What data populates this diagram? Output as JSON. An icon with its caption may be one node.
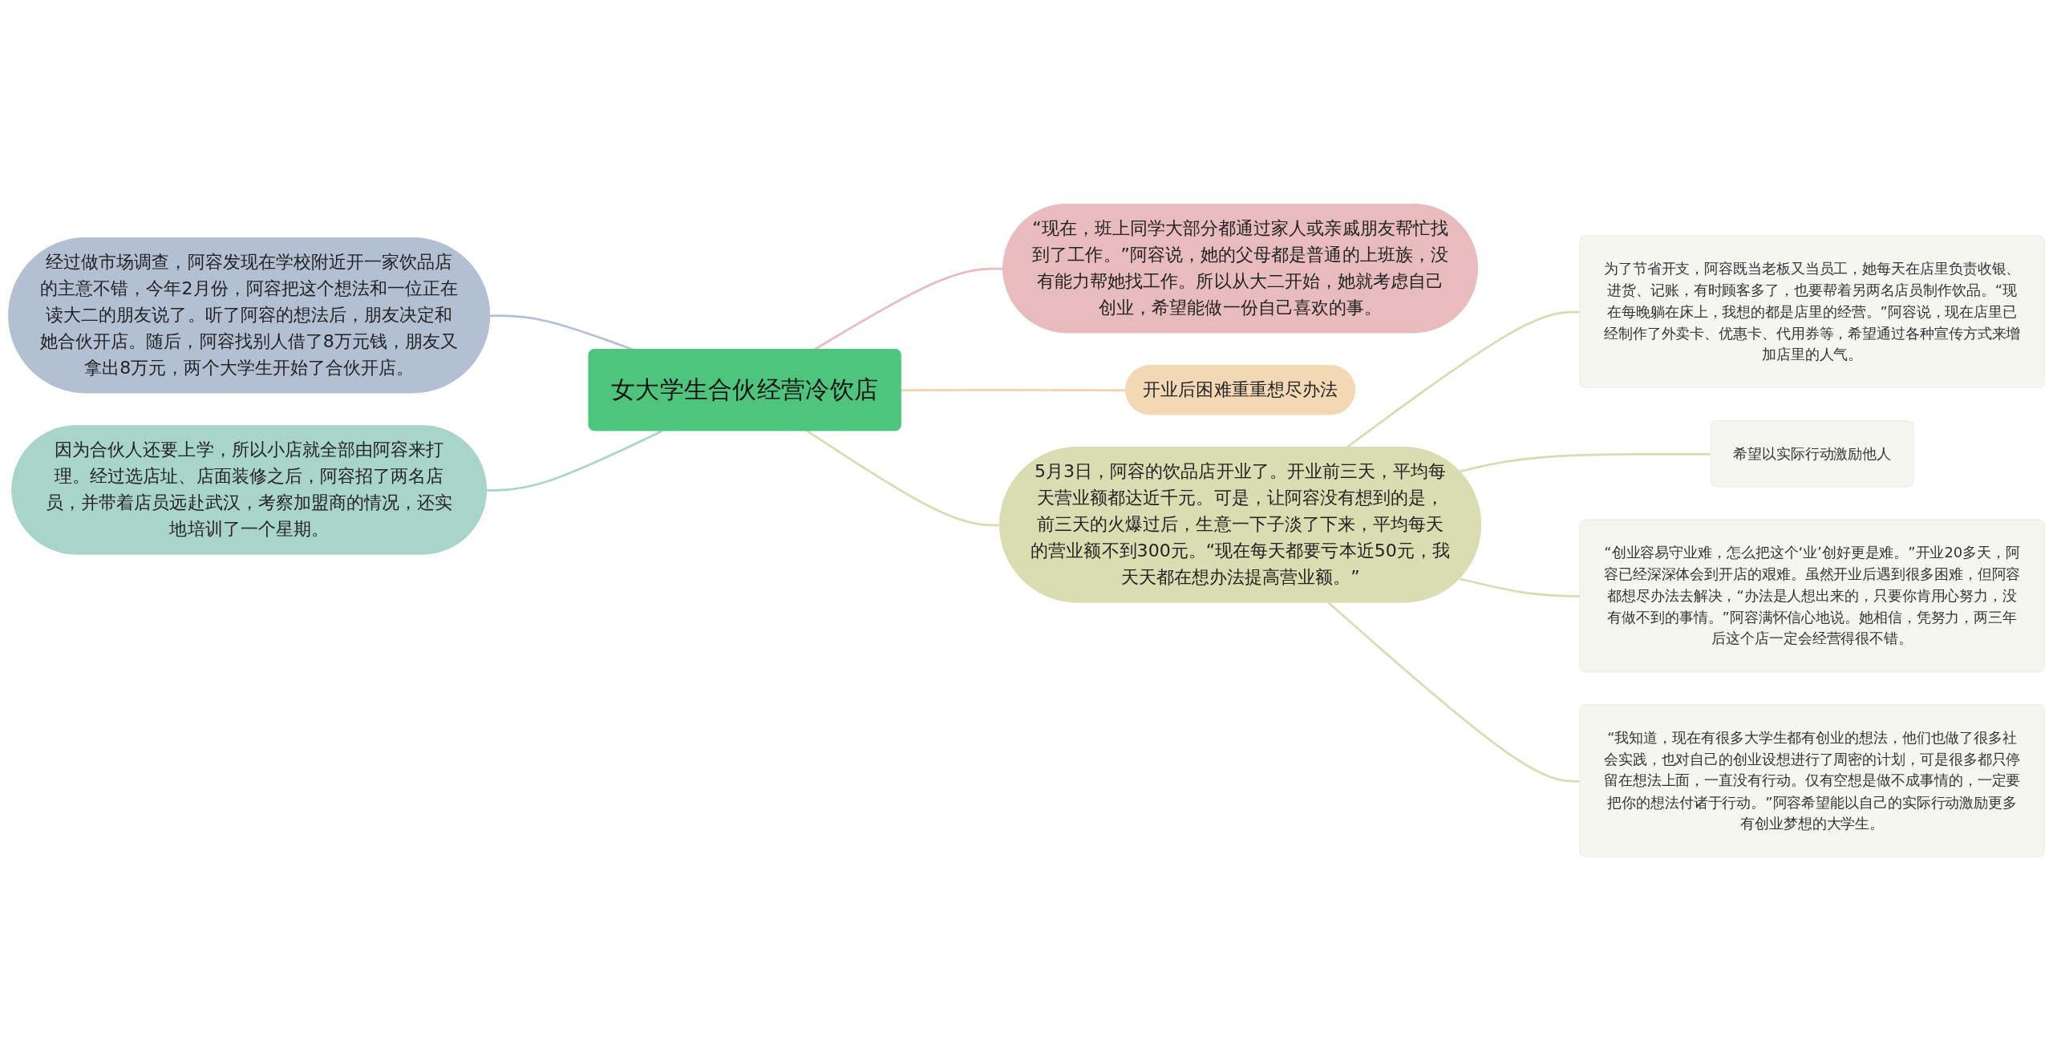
{
  "diagram": {
    "nodes": [
      {
        "text": [
          "女大学生合伙经营冷饮店"
        ]
      },
      {
        "text": [
          "经过做市场调查，阿容发现在学校附近开一家饮品店的主意不错，今年2月份，阿容把这个想法和一位正在读大二的朋友说了。听了阿容的想法后，朋友决定和她合伙开店。随后，阿容找别人借了8万元钱，朋友又拿出8万元，两个大学生开始了合伙开店。"
        ]
      },
      {
        "text": [
          "因为合伙人还要上学，所以小店就全部由阿容来打理。经过选店址、店面装修之后，阿容招了两名店员，并带着店员远赴武汉，考察加盟商的情况，还实地培训了一个星期。"
        ]
      },
      {
        "text": [
          "“现在，班上同学大部分都通过家人或亲戚朋友帮忙找到了工作。”阿容说，她的父母都是普通的上班族，没有能力帮她找工作。所以从大二开始，她就考虑自己创业，希望能做一份自己喜欢的事。"
        ]
      },
      {
        "text": [
          "开业后困难重重想尽办法"
        ]
      },
      {
        "text": [
          "5月3日，阿容的饮品店开业了。开业前三天，平均每天营业额都达近千元。可是，让阿容没有想到的是，前三天的火爆过后，生意一下子淡了下来，平均每天的营业额不到300元。“现在每天都要亏本近50元，我天天都在想办法提高营业额。”"
        ]
      },
      {
        "text": [
          "为了节省开支，阿容既当老板又当员工，她每天在店里负责收银、进货、记账，有时顾客多了，也要帮着另两名店员制作饮品。“现在每晚躺在床上，我想的都是店里的经营。”阿容说，现在店里已经制作了外卖卡、优惠卡、代用券等，希望通过各种宣传方式来增加店里的人气。"
        ]
      },
      {
        "text": [
          "希望以实际行动激励他人"
        ]
      },
      {
        "text": [
          "“创业容易守业难，怎么把这个‘业’创好更是难。”开业20多天，阿容已经深深体会到开店的艰难。虽然开业后遇到很多困难，但阿容都想尽办法去解决，“办法是人想出来的，只要你肯用心努力，没有做不到的事情。”阿容满怀信心地说。她相信，凭努力，两三年后这个店一定会经营得很不错。"
        ]
      },
      {
        "text": [
          "“我知道，现在有很多大学生都有创业的想法，他们也做了很多社会实践，也对自己的创业设想进行了周密的计划，可是很多都只停留在想法上面，一直没有行动。仅有空想是做不成事情的，一定要把你的想法付诸于行动。”阿容希望能以自己的实际行动激励更多有创业梦想的大学生。"
        ]
      }
    ],
    "edges": [
      {
        "from": 0,
        "to": 1,
        "arrow": "none",
        "color": "#b3c0d3"
      },
      {
        "from": 0,
        "to": 2,
        "arrow": "none",
        "color": "#a9d4ca"
      },
      {
        "from": 0,
        "to": 3,
        "arrow": "none",
        "color": "#e8bcbd"
      },
      {
        "from": 0,
        "to": 4,
        "arrow": "none",
        "color": "#f2d3ad"
      },
      {
        "from": 0,
        "to": 5,
        "arrow": "none"
      },
      {
        "from": 5,
        "to": 6,
        "arrow": "none"
      },
      {
        "from": 5,
        "to": 7,
        "arrow": "none"
      },
      {
        "from": 5,
        "to": 8,
        "arrow": "none"
      },
      {
        "from": 5,
        "to": 9,
        "arrow": "none"
      }
    ]
  }
}
